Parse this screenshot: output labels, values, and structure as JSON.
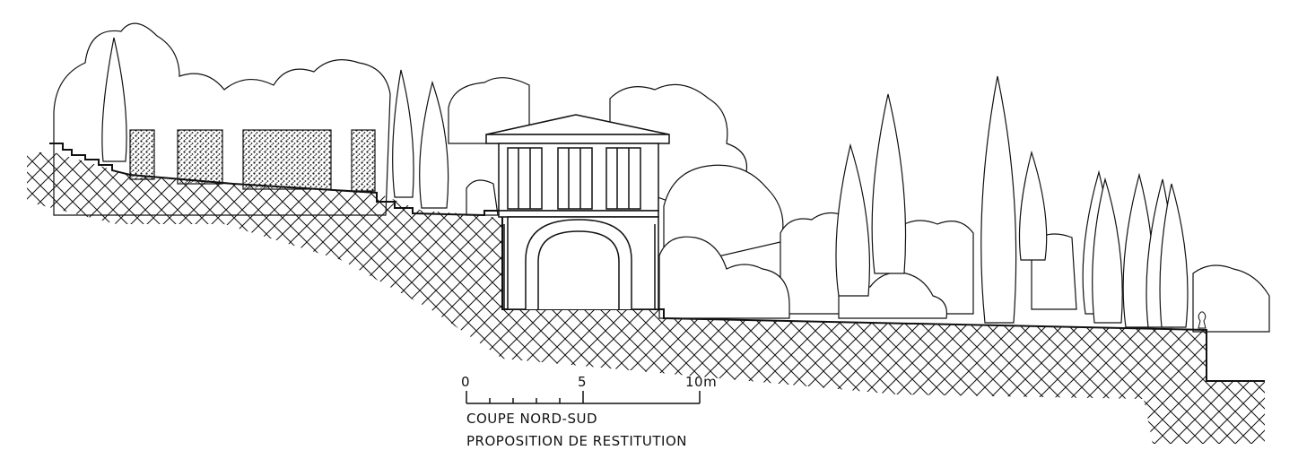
{
  "caption": {
    "line1": "COUPE NORD-SUD",
    "line2": "PROPOSITION DE RESTITUTION"
  },
  "scale_bar": {
    "ticks": [
      "0",
      "5",
      "10m"
    ]
  },
  "colors": {
    "ink": "#111111",
    "paper": "#ffffff"
  }
}
